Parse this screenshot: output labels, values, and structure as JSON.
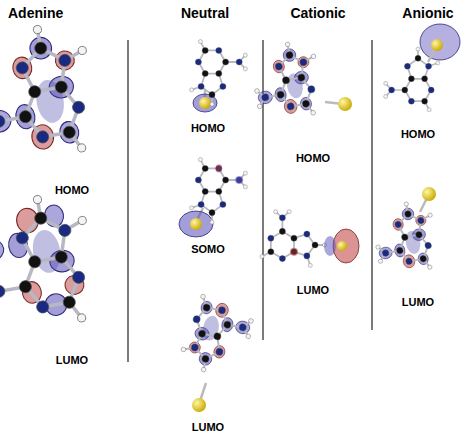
{
  "diagram": {
    "labels": [
      "Adenine",
      "Neutral",
      "Cationic",
      "Anionic",
      "HOMO",
      "LUMO",
      "HOMO",
      "SOMO",
      "LUMO",
      "HOMO",
      "LUMO",
      "HOMO",
      "LUMO"
    ]
  }
}
